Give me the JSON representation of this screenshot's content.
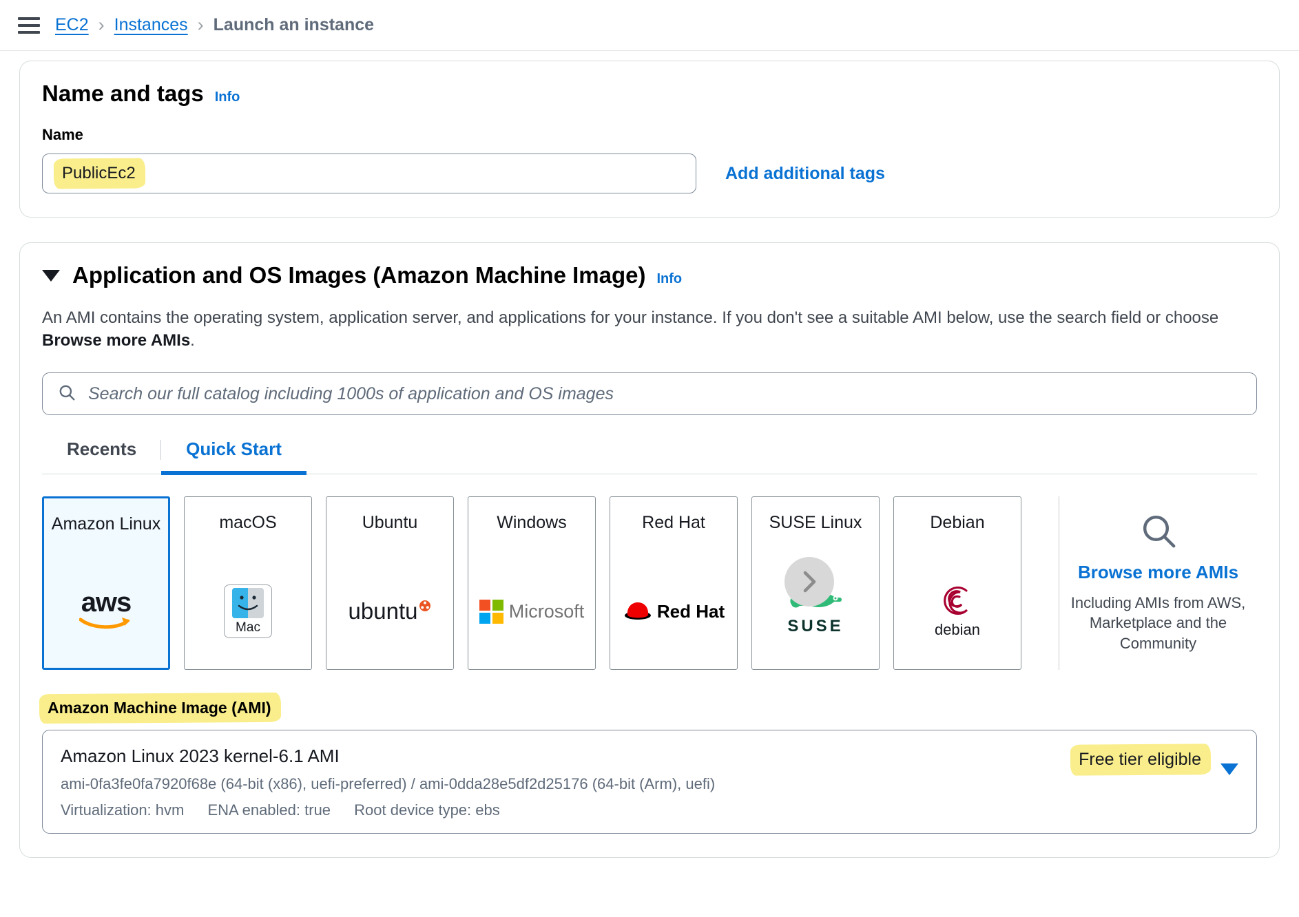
{
  "topbar": {
    "menu_icon": "hamburger-menu-icon",
    "breadcrumb": [
      {
        "label": "EC2",
        "type": "link"
      },
      {
        "label": "Instances",
        "type": "link"
      },
      {
        "label": "Launch an instance",
        "type": "current"
      }
    ],
    "separator": "›"
  },
  "name_and_tags": {
    "title": "Name and tags",
    "info_label": "Info",
    "name_field_label": "Name",
    "name_value": "PublicEc2",
    "add_tags_label": "Add additional tags"
  },
  "ami_section": {
    "title": "Application and OS Images (Amazon Machine Image)",
    "info_label": "Info",
    "description_part1": "An AMI contains the operating system, application server, and applications for your instance. If you don't see a suitable AMI below, use the search field or choose ",
    "description_bold": "Browse more AMIs",
    "description_part2": ".",
    "search_placeholder": "Search our full catalog including 1000s of application and OS images",
    "search_icon": "search-icon",
    "tabs": [
      {
        "label": "Recents",
        "active": false
      },
      {
        "label": "Quick Start",
        "active": true
      }
    ],
    "os_tiles": [
      {
        "label": "Amazon Linux",
        "logo": "aws-logo",
        "selected": true
      },
      {
        "label": "macOS",
        "logo": "mac-logo",
        "selected": false
      },
      {
        "label": "Ubuntu",
        "logo": "ubuntu-logo",
        "selected": false
      },
      {
        "label": "Windows",
        "logo": "microsoft-logo",
        "selected": false
      },
      {
        "label": "Red Hat",
        "logo": "redhat-logo",
        "selected": false
      },
      {
        "label": "SUSE Linux",
        "logo": "suse-logo",
        "selected": false
      },
      {
        "label": "Debian",
        "logo": "debian-logo",
        "selected": false
      }
    ],
    "next_arrow_icon": "chevron-right-icon",
    "browse": {
      "icon": "search-icon",
      "link_label": "Browse more AMIs",
      "subtext": "Including AMIs from AWS, Marketplace and the Community"
    },
    "ami_picker": {
      "label": "Amazon Machine Image (AMI)",
      "title": "Amazon Linux 2023 kernel-6.1 AMI",
      "ids": "ami-0fa3fe0fa7920f68e (64-bit (x86), uefi-preferred) / ami-0dda28e5df2d25176 (64-bit (Arm), uefi)",
      "meta": [
        "Virtualization: hvm",
        "ENA enabled: true",
        "Root device type: ebs"
      ],
      "badge": "Free tier eligible",
      "dropdown_icon": "chevron-down-icon"
    }
  },
  "colors": {
    "link_blue": "#0972d3",
    "highlight_yellow": "#faee8c",
    "selected_tile_bg": "#f1faff",
    "text_dark": "#16191f",
    "text_muted": "#5f6b7a"
  }
}
